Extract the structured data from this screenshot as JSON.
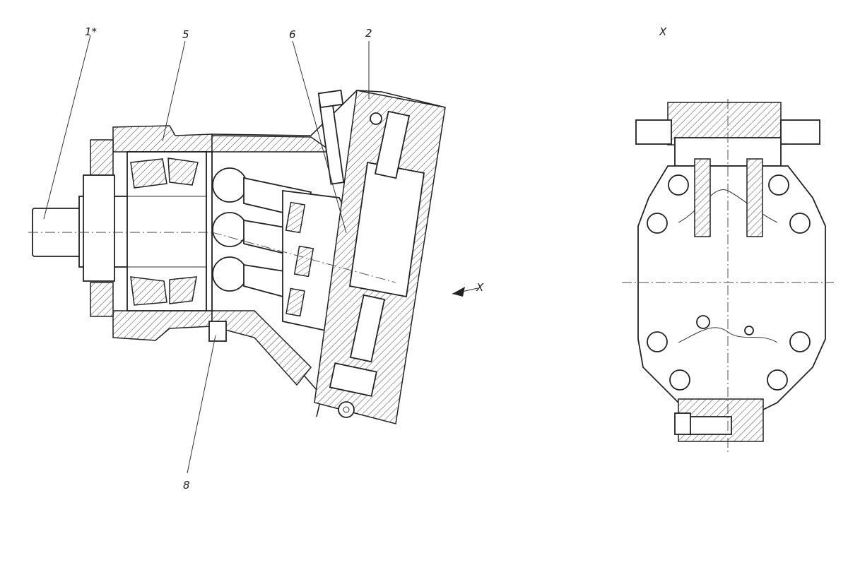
{
  "labels": {
    "part_1": "1*",
    "part_5": "5",
    "part_6": "6",
    "part_2": "2",
    "part_8": "8",
    "view_marker": "X",
    "view_title": "X"
  },
  "colors": {
    "line": "#222222",
    "paper": "#ffffff"
  }
}
